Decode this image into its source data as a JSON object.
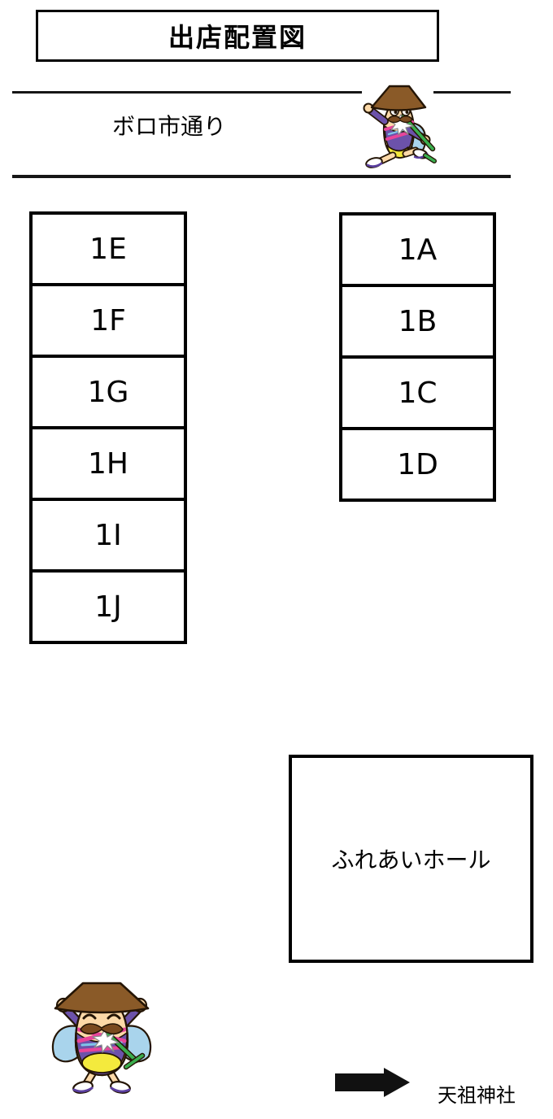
{
  "title": "出店配置図",
  "street": {
    "label": "ボロ市通り"
  },
  "stalls_left": [
    "1E",
    "1F",
    "1G",
    "1H",
    "1I",
    "1J"
  ],
  "stalls_right": [
    "1A",
    "1B",
    "1C",
    "1D"
  ],
  "hall": {
    "label": "ふれあいホール"
  },
  "shrine": {
    "label": "天祖神社",
    "arrow_icon": "right-arrow"
  },
  "mascots": {
    "top": "walking-mascot-icon",
    "bottom": "standing-mascot-icon"
  },
  "palette": {
    "background": "#ffffff",
    "line": "#161616",
    "border": "#000000",
    "text": "#000000",
    "mascot_hat": "#8a5a28",
    "mascot_skin": "#fcd9a8",
    "mascot_kimono": "#6c52aa",
    "mascot_sash_pink": "#e8459a",
    "mascot_sash_blue": "#7fc4e8",
    "mascot_belly": "#f4ea3d",
    "mascot_wing": "#a9d4ec",
    "mascot_stick": "#3aae4e",
    "mascot_mustache": "#7a4a1f"
  }
}
